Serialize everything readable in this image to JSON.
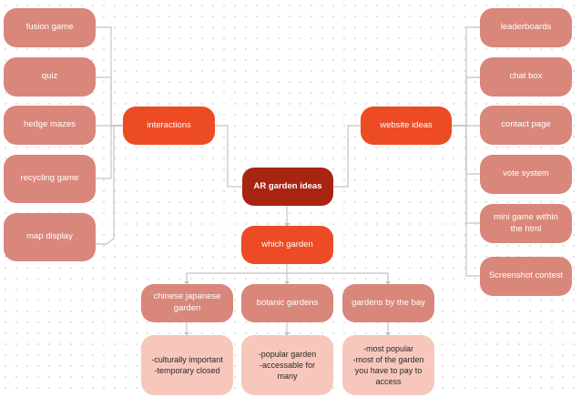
{
  "root": {
    "label": "AR garden ideas"
  },
  "interactions": {
    "label": "interactions",
    "items": [
      "fusion game",
      "quiz",
      "hedge mazes",
      "recycling game",
      "map display"
    ]
  },
  "website": {
    "label": "website ideas",
    "items": [
      "leaderboards",
      "chat box",
      "contact page",
      "vote system",
      "mini game within the html",
      "Screenshot contest"
    ]
  },
  "which_garden": {
    "label": "which garden",
    "options": [
      {
        "label": "chinese japanese garden",
        "note": "-culturally important\n-temporary closed"
      },
      {
        "label": "botanic gardens",
        "note": "-popular garden\n-accessable for many"
      },
      {
        "label": "gardens by the bay",
        "note": "-most popular\n-most of the garden you have to pay to access"
      }
    ]
  },
  "colors": {
    "leaf": "#d9877a",
    "hub": "#ec4b24",
    "root": "#a82512",
    "note": "#f7c7bb",
    "connector": "#c4c4c4"
  }
}
